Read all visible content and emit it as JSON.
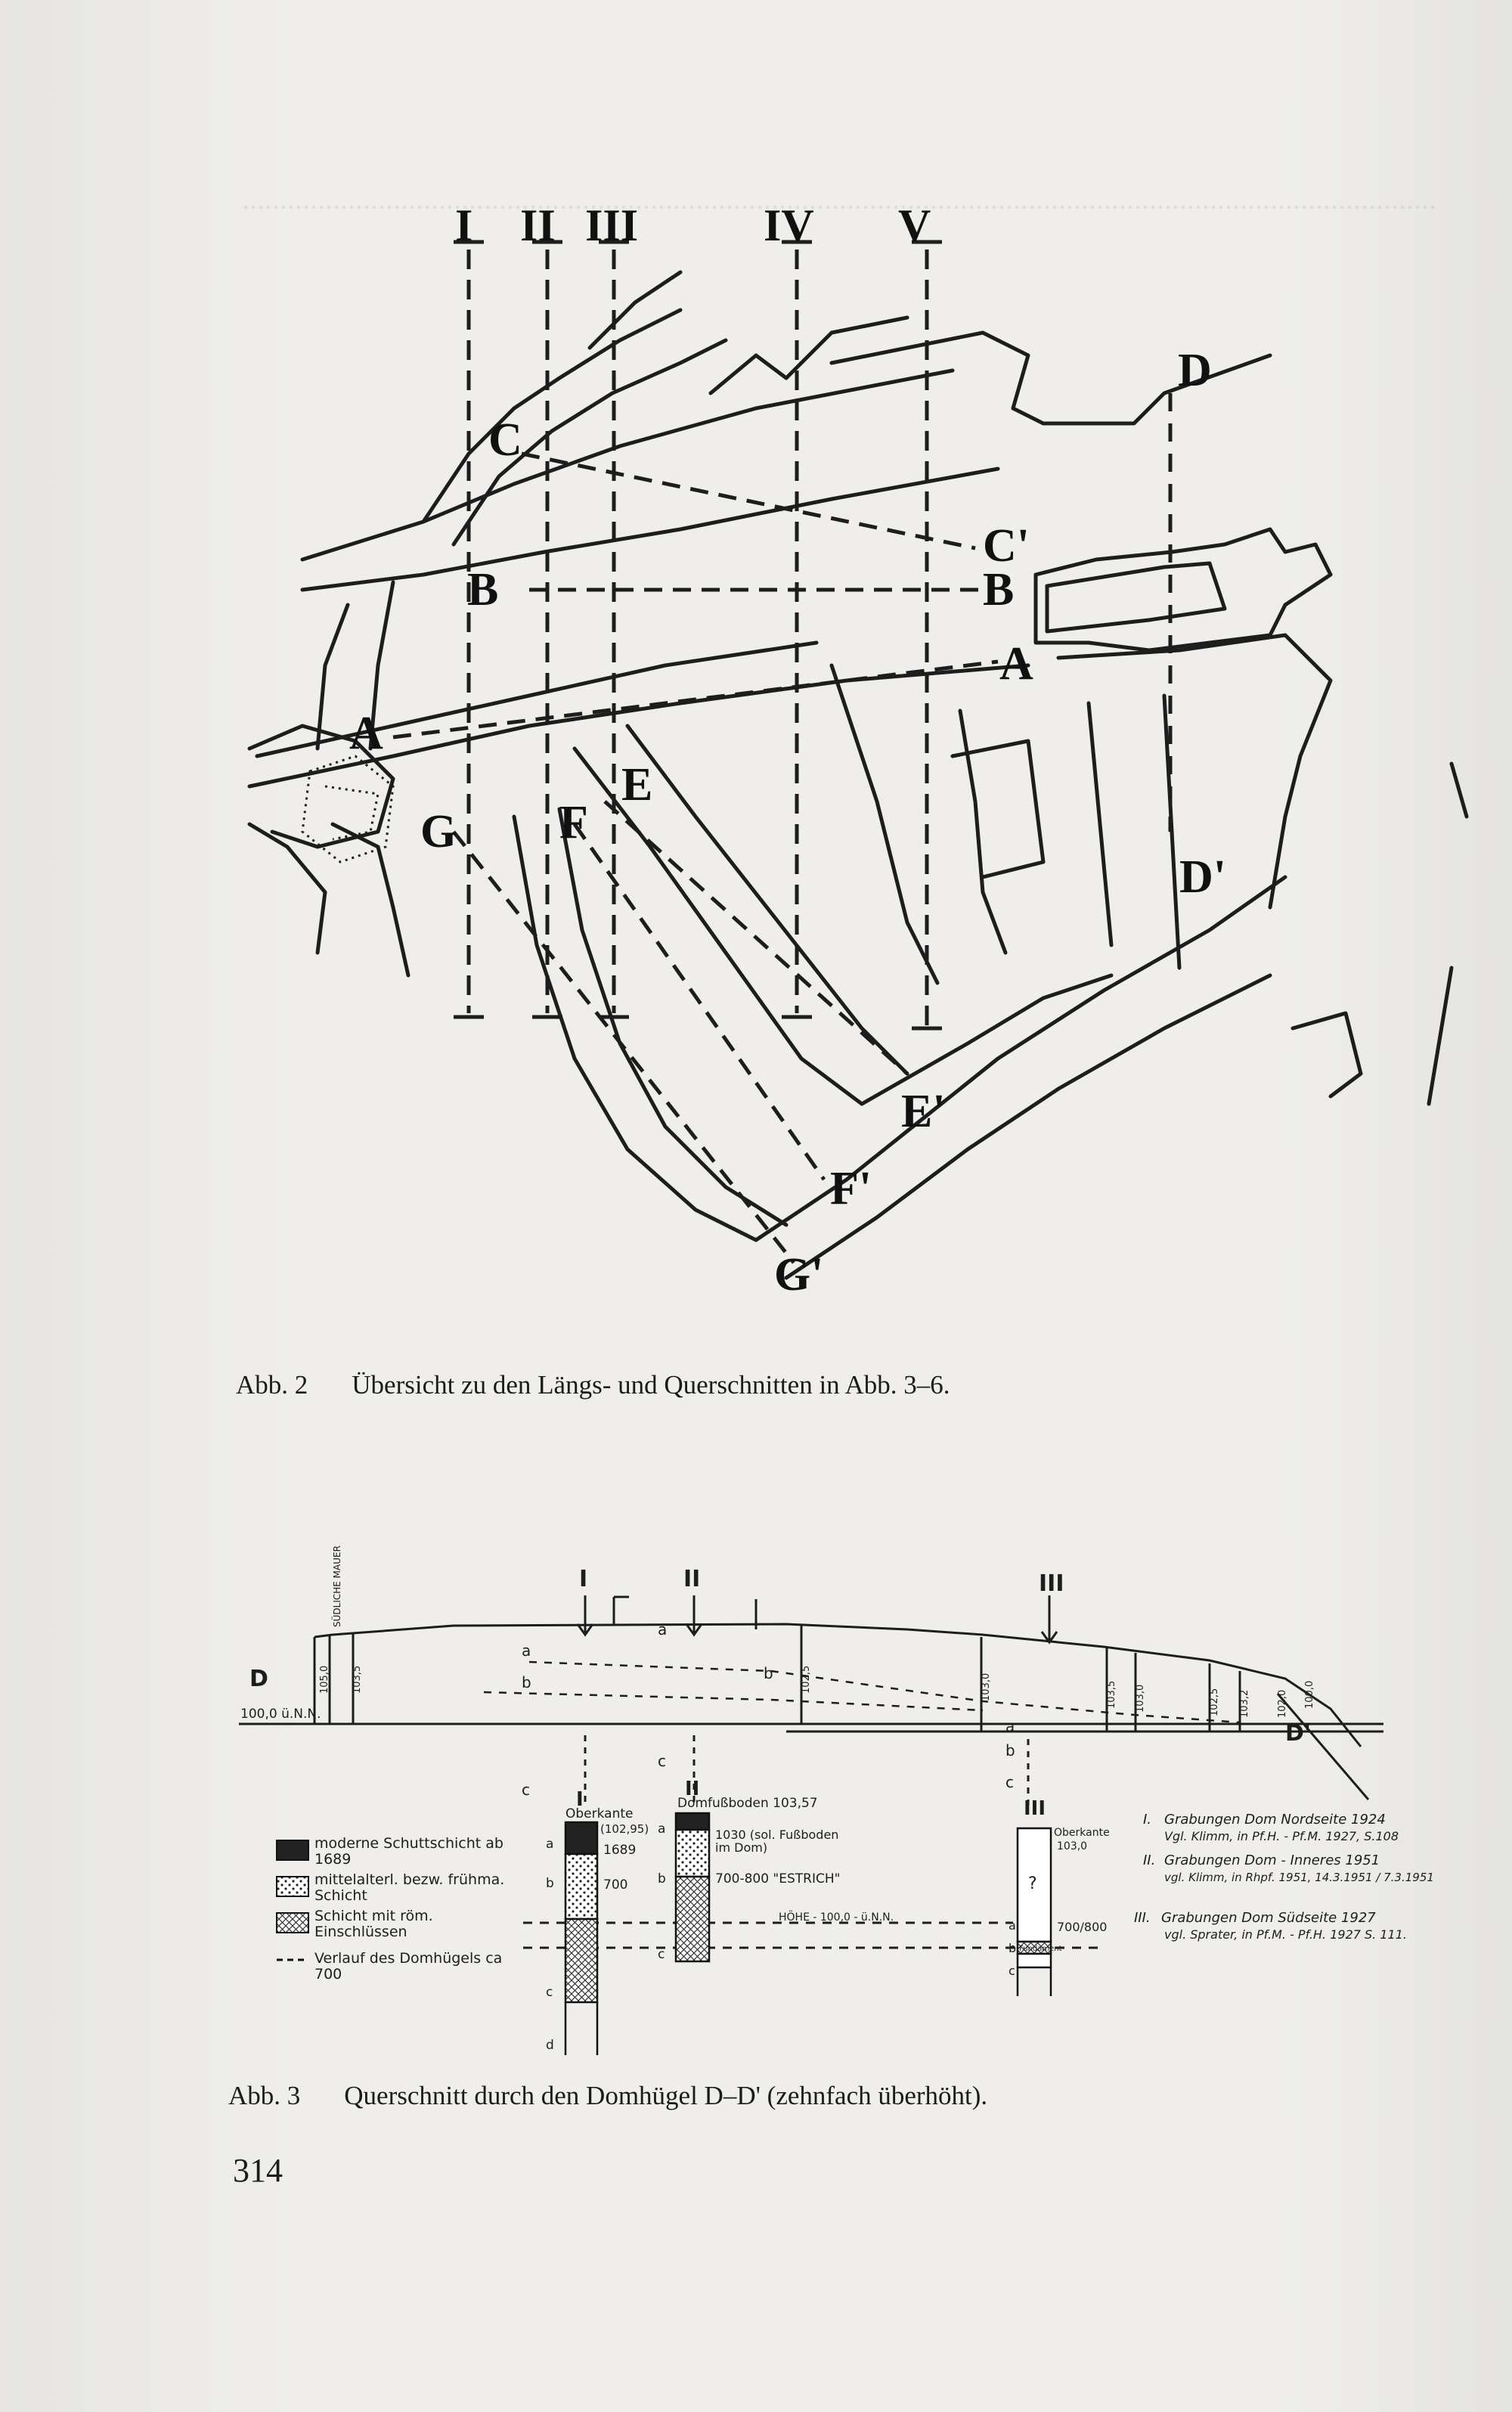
{
  "figure2": {
    "label": "Abb. 2",
    "caption": "Übersicht zu den Längs- und Querschnitten in Abb. 3–6.",
    "section_numerals": [
      "I",
      "II",
      "III",
      "IV",
      "V"
    ],
    "section_letters": [
      "A",
      "B",
      "C",
      "D",
      "E",
      "F",
      "G",
      "A",
      "B",
      "C'",
      "D'",
      "E'",
      "F'",
      "G'"
    ]
  },
  "figure3": {
    "label": "Abb. 3",
    "caption": "Querschnitt durch den Domhügel D–D' (zehnfach überhöht).",
    "profile_end_labels": [
      "D",
      "D'"
    ],
    "markers": [
      "I",
      "II",
      "III"
    ],
    "baseline_label": "100,0 ü.N.N.",
    "level_labels": [
      "105,0",
      "103,5",
      "102,5",
      "103,0",
      "103,5",
      "103,0",
      "102,5",
      "103,2",
      "102,0",
      "100,0"
    ],
    "wall_label": "SÜDLICHE MAUER",
    "layer_letters": [
      "a",
      "b",
      "c",
      "d"
    ],
    "legend": [
      {
        "name": "moderne Schuttschicht ab 1689",
        "pattern": "dark"
      },
      {
        "name": "mittelalterl. bezw. frühma. Schicht",
        "pattern": "dots"
      },
      {
        "name": "Schicht mit röm. Einschlüssen",
        "pattern": "cross"
      },
      {
        "name": "Verlauf des Domhügels ca 700",
        "pattern": "dash"
      }
    ],
    "column_I": {
      "title": "I",
      "head": "Oberkante",
      "head2": "(102,95)",
      "values": [
        "1689",
        "700"
      ]
    },
    "column_II": {
      "title": "II",
      "head": "Domfußboden 103,57",
      "values": [
        "1030 (sol. Fußboden im Dom)",
        "700-800 \"ESTRICH\""
      ]
    },
    "column_III": {
      "title": "III",
      "head": "Oberkante",
      "head2": "103,0",
      "values": [
        "?",
        "700/800"
      ],
      "box_label": "Fundament"
    },
    "hoehe_label": "HÖHE - 100,0 - ü.N.N.",
    "notes": [
      {
        "num": "I.",
        "line1": "Grabungen Dom Nordseite 1924",
        "line2": "Vgl. Klimm, in Pf.H. - Pf.M. 1927, S.108"
      },
      {
        "num": "II.",
        "line1": "Grabungen Dom - Inneres 1951",
        "line2": "vgl. Klimm, in Rhpf. 1951, 14.3.1951 / 7.3.1951"
      },
      {
        "num": "III.",
        "line1": "Grabungen Dom Südseite 1927",
        "line2": "vgl. Sprater, in Pf.M. - Pf.H. 1927 S. 111."
      }
    ]
  },
  "page_number": "314"
}
